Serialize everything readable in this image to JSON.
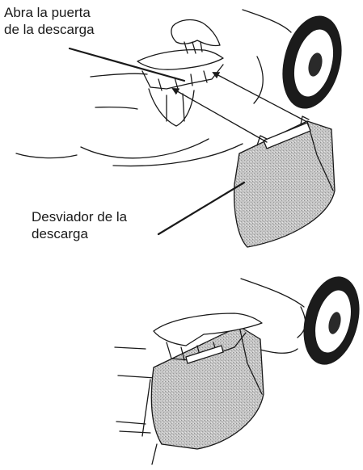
{
  "labels": {
    "open_door_line1": "Abra la puerta",
    "open_door_line2": "de la descarga",
    "deflector_line1": "Desviador de la",
    "deflector_line2": "descarga"
  },
  "colors": {
    "ink": "#1a1a1a",
    "shade": "#bdbdbd",
    "wheel_tire": "#1b1b1b",
    "background": "#ffffff"
  },
  "icons": [
    "curved-arrow-icon"
  ]
}
